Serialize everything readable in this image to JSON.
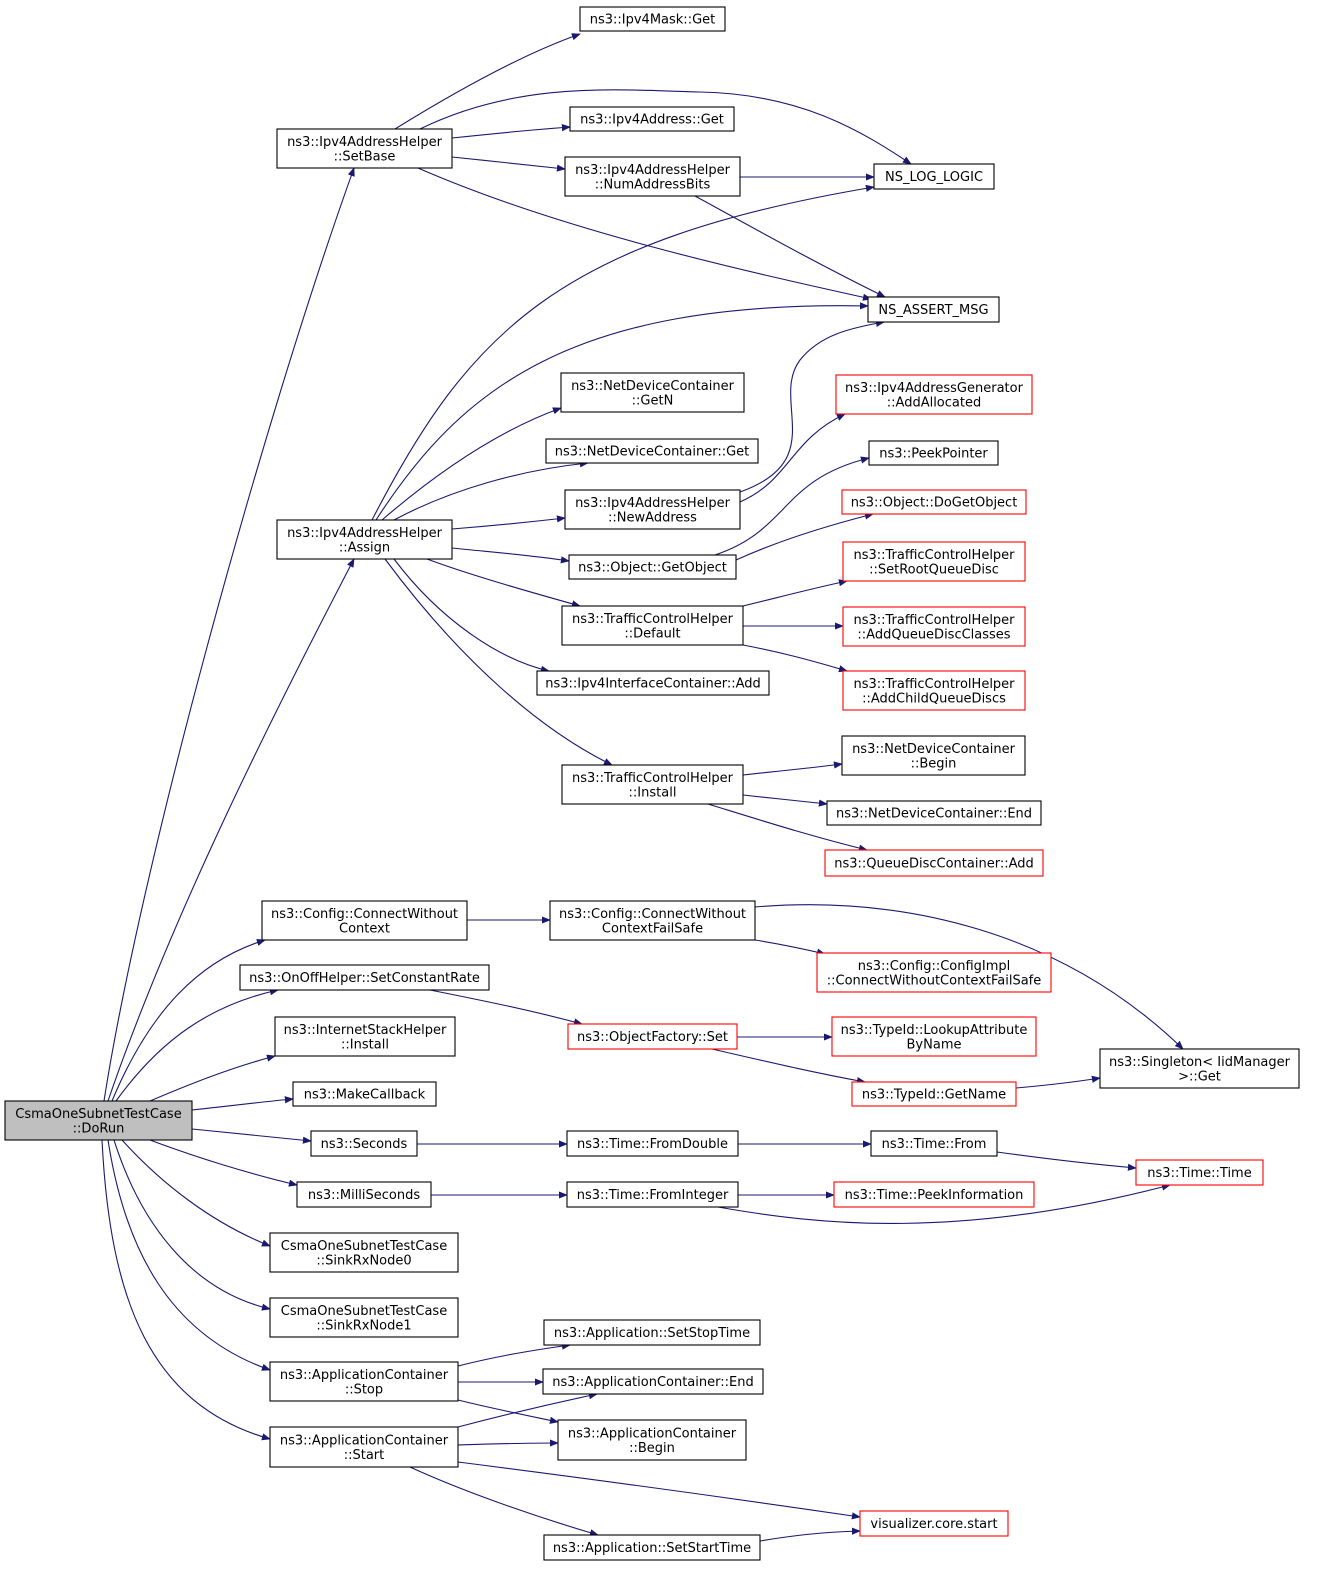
{
  "title": "",
  "colors": {
    "edge": "#191970",
    "node_border": "#000000",
    "node_border_truncated": "#ff0000",
    "root_fill": "#bfbfbf",
    "node_fill": "#ffffff"
  },
  "nodes": {
    "root": [
      "CsmaOneSubnetTestCase",
      "::DoRun"
    ],
    "setbase": [
      "ns3::Ipv4AddressHelper",
      "::SetBase"
    ],
    "maskget": [
      "ns3::Ipv4Mask::Get"
    ],
    "addrget": [
      "ns3::Ipv4Address::Get"
    ],
    "numbits": [
      "ns3::Ipv4AddressHelper",
      "::NumAddressBits"
    ],
    "loglogic": [
      "NS_LOG_LOGIC"
    ],
    "assertmsg": [
      "NS_ASSERT_MSG"
    ],
    "assign": [
      "ns3::Ipv4AddressHelper",
      "::Assign"
    ],
    "ndc_getn": [
      "ns3::NetDeviceContainer",
      "::GetN"
    ],
    "ndc_get": [
      "ns3::NetDeviceContainer::Get"
    ],
    "newaddr": [
      "ns3::Ipv4AddressHelper",
      "::NewAddress"
    ],
    "getobject": [
      "ns3::Object::GetObject"
    ],
    "tch_default": [
      "ns3::TrafficControlHelper",
      "::Default"
    ],
    "iic_add": [
      "ns3::Ipv4InterfaceContainer::Add"
    ],
    "tch_install": [
      "ns3::TrafficControlHelper",
      "::Install"
    ],
    "addallocated": [
      "ns3::Ipv4AddressGenerator",
      "::AddAllocated"
    ],
    "peekpointer": [
      "ns3::PeekPointer"
    ],
    "dogetobject": [
      "ns3::Object::DoGetObject"
    ],
    "setrootqd": [
      "ns3::TrafficControlHelper",
      "::SetRootQueueDisc"
    ],
    "addqdclasses": [
      "ns3::TrafficControlHelper",
      "::AddQueueDiscClasses"
    ],
    "addchildqd": [
      "ns3::TrafficControlHelper",
      "::AddChildQueueDiscs"
    ],
    "ndc_begin": [
      "ns3::NetDeviceContainer",
      "::Begin"
    ],
    "ndc_end": [
      "ns3::NetDeviceContainer::End"
    ],
    "qdc_add": [
      "ns3::QueueDiscContainer::Add"
    ],
    "cfg_cwc": [
      "ns3::Config::ConnectWithout",
      "Context"
    ],
    "cfg_cwcfs": [
      "ns3::Config::ConnectWithout",
      "ContextFailSafe"
    ],
    "cfgimpl": [
      "ns3::Config::ConfigImpl",
      "::ConnectWithoutContextFailSafe"
    ],
    "singleton": [
      "ns3::Singleton< IidManager",
      ">::Get"
    ],
    "onoff": [
      "ns3::OnOffHelper::SetConstantRate"
    ],
    "objfactory": [
      "ns3::ObjectFactory::Set"
    ],
    "lookupattr": [
      "ns3::TypeId::LookupAttribute",
      "ByName"
    ],
    "typeid_getname": [
      "ns3::TypeId::GetName"
    ],
    "ish_install": [
      "ns3::InternetStackHelper",
      "::Install"
    ],
    "makecallback": [
      "ns3::MakeCallback"
    ],
    "seconds": [
      "ns3::Seconds"
    ],
    "fromdouble": [
      "ns3::Time::FromDouble"
    ],
    "timefrom": [
      "ns3::Time::From"
    ],
    "timetime": [
      "ns3::Time::Time"
    ],
    "milliseconds": [
      "ns3::MilliSeconds"
    ],
    "frominteger": [
      "ns3::Time::FromInteger"
    ],
    "peekinfo": [
      "ns3::Time::PeekInformation"
    ],
    "sink0": [
      "CsmaOneSubnetTestCase",
      "::SinkRxNode0"
    ],
    "sink1": [
      "CsmaOneSubnetTestCase",
      "::SinkRxNode1"
    ],
    "app_setstop": [
      "ns3::Application::SetStopTime"
    ],
    "ac_stop": [
      "ns3::ApplicationContainer",
      "::Stop"
    ],
    "ac_end": [
      "ns3::ApplicationContainer::End"
    ],
    "ac_begin": [
      "ns3::ApplicationContainer",
      "::Begin"
    ],
    "ac_start": [
      "ns3::ApplicationContainer",
      "::Start"
    ],
    "viz_start": [
      "visualizer.core.start"
    ],
    "app_setstart": [
      "ns3::Application::SetStartTime"
    ]
  }
}
